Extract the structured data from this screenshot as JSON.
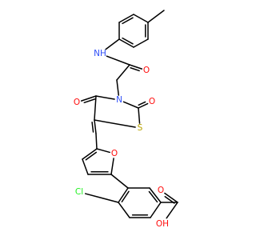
{
  "molecule": {
    "atoms": {
      "nh": {
        "label": "NH",
        "color": "#3050f8"
      },
      "o_amide": {
        "label": "O",
        "color": "#ff0d0d"
      },
      "n_ring": {
        "label": "N",
        "color": "#3050f8"
      },
      "o_ring4": {
        "label": "O",
        "color": "#ff0d0d"
      },
      "o_ring2": {
        "label": "O",
        "color": "#ff0d0d"
      },
      "s_ring": {
        "label": "S",
        "color": "#b8a200"
      },
      "o_furan": {
        "label": "O",
        "color": "#ff0d0d"
      },
      "cl": {
        "label": "Cl",
        "color": "#1ff01f"
      },
      "o_acid": {
        "label": "O",
        "color": "#ff0d0d"
      },
      "oh_acid": {
        "label": "OH",
        "color": "#ff0d0d"
      }
    }
  }
}
